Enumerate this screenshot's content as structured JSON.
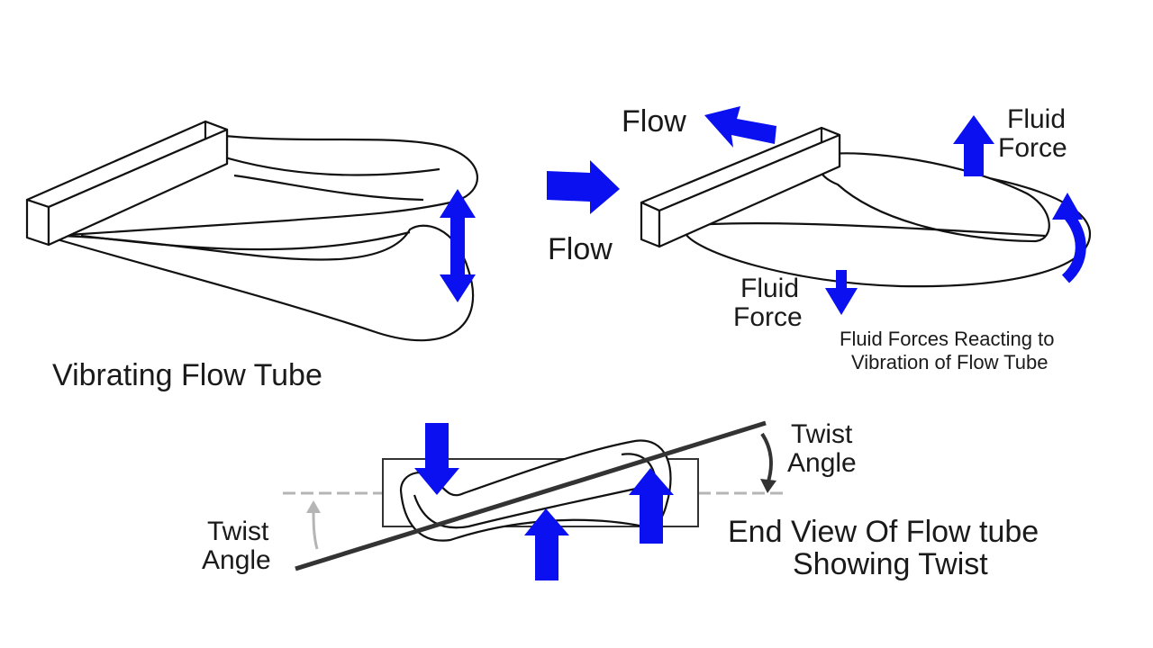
{
  "panels": {
    "vibrating": {
      "caption": "Vibrating Flow Tube"
    },
    "reacting": {
      "flow_top": "Flow",
      "flow_inlet": "Flow",
      "fluid_force_top": [
        "Fluid",
        "Force"
      ],
      "fluid_force_bottom": [
        "Fluid",
        "Force"
      ],
      "caption": [
        "Fluid Forces Reacting to",
        "Vibration of Flow Tube"
      ]
    },
    "end_view": {
      "twist_angle_right": [
        "Twist",
        "Angle"
      ],
      "twist_angle_left": [
        "Twist",
        "Angle"
      ],
      "caption": [
        "End View Of Flow tube",
        "Showing Twist"
      ]
    }
  },
  "colors": {
    "arrow": "#0a10f0",
    "outline": "#111111",
    "reference": "#b5b5b5"
  }
}
